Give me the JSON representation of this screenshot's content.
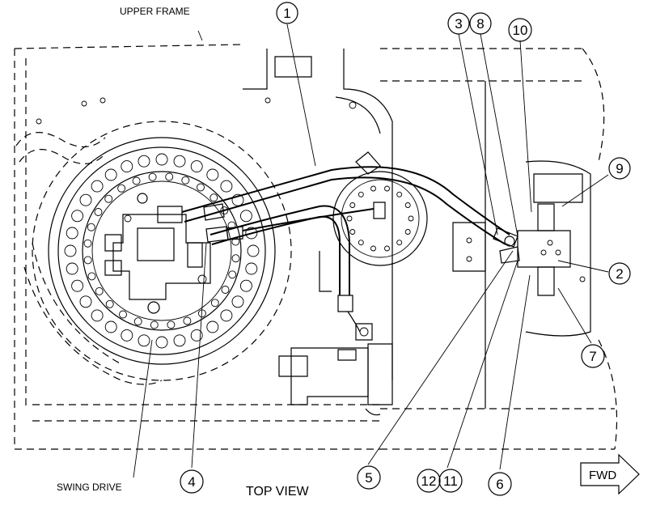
{
  "labels": {
    "upper_frame": "UPPER FRAME",
    "swing_drive": "SWING DRIVE",
    "top_view": "TOP VIEW",
    "fwd": "FWD"
  },
  "callouts": [
    "1",
    "2",
    "3",
    "4",
    "5",
    "6",
    "7",
    "8",
    "9",
    "10",
    "11",
    "12"
  ]
}
